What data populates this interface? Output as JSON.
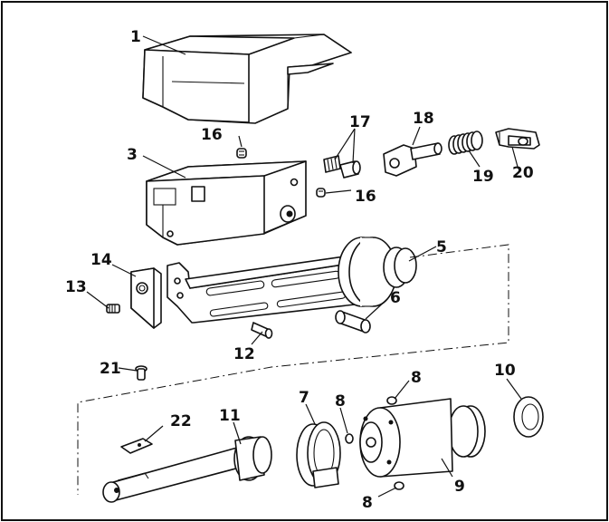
{
  "callouts": {
    "p1": "1",
    "p3": "3",
    "p5": "5",
    "p6": "6",
    "p7": "7",
    "p8a": "8",
    "p8b": "8",
    "p8c": "8",
    "p9": "9",
    "p10": "10",
    "p11": "11",
    "p12": "12",
    "p13": "13",
    "p14": "14",
    "p16a": "16",
    "p16b": "16",
    "p17": "17",
    "p18": "18",
    "p19": "19",
    "p20": "20",
    "p21": "21",
    "p22": "22"
  },
  "colors": {
    "stroke": "#111111",
    "background": "#ffffff"
  }
}
